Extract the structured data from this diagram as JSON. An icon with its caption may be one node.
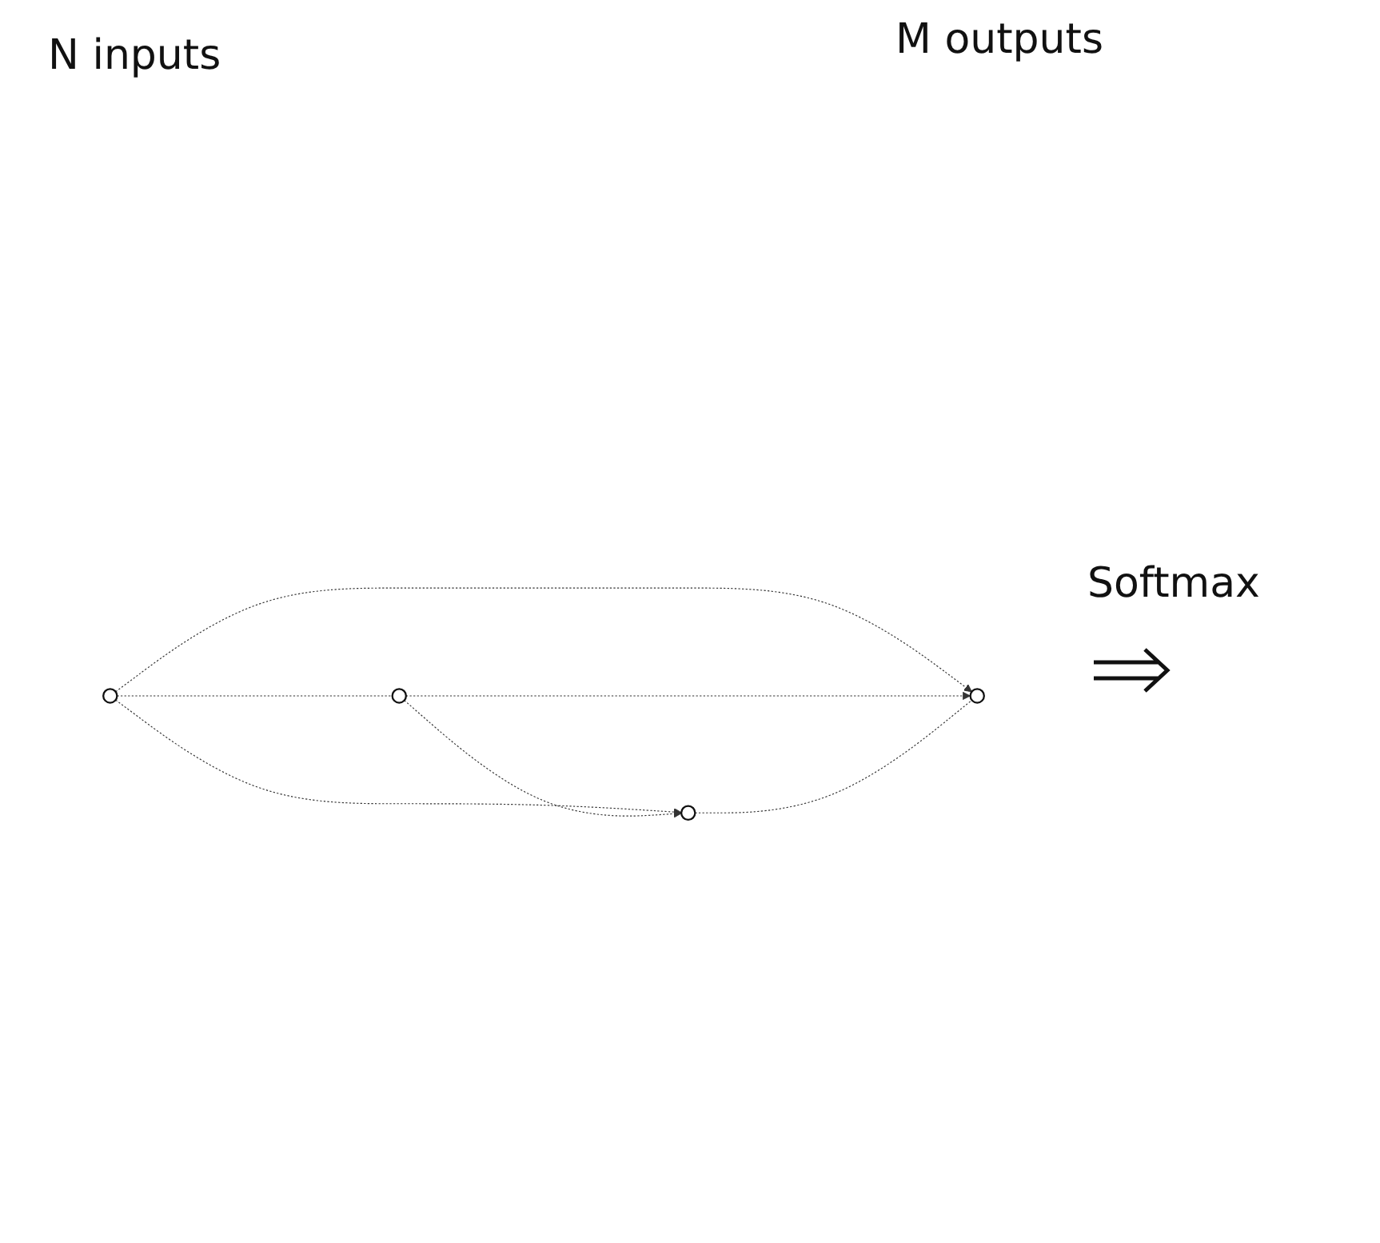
{
  "diagram": {
    "nodes": [
      {
        "text": [],
        "shape": "circle"
      },
      {
        "text": [],
        "shape": "circle"
      },
      {
        "text": [],
        "shape": "circle"
      },
      {
        "text": [],
        "shape": "circle"
      }
    ],
    "edges": [
      {
        "from": 0,
        "to": 2,
        "arrow": "to",
        "style": "dashed"
      },
      {
        "from": 0,
        "to": 3,
        "arrow": "to",
        "style": "dashed"
      },
      {
        "from": 1,
        "to": 2,
        "arrow": "to",
        "style": "dashed"
      },
      {
        "from": 1,
        "to": 3,
        "arrow": "to",
        "style": "dashed"
      },
      {
        "from": 0,
        "to": 1,
        "arrow": "none",
        "style": "dashed"
      },
      {
        "from": 2,
        "to": 3,
        "arrow": "none",
        "style": "dashed"
      }
    ],
    "labels": [
      "N inputs",
      "M outputs",
      "Softmax"
    ]
  }
}
